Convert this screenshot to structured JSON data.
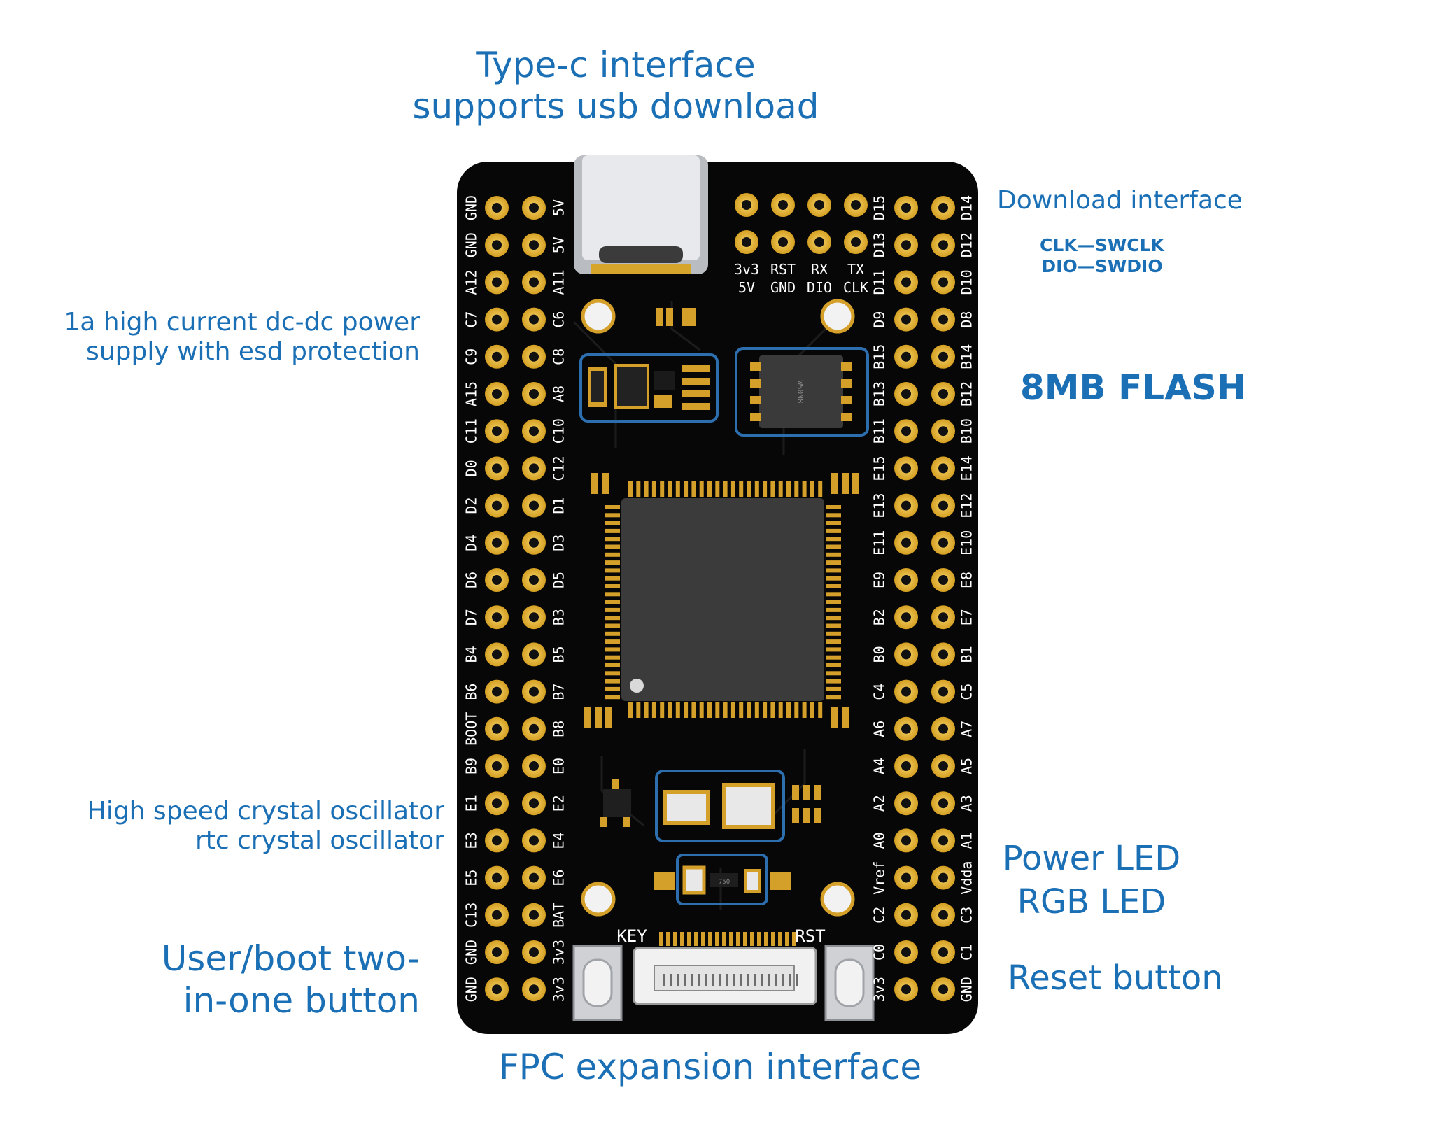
{
  "callouts": {
    "typec": [
      "Type-c interface",
      "supports usb download"
    ],
    "dcdc": [
      "1a high current dc-dc power",
      "supply with esd protection"
    ],
    "crystal": [
      "High speed crystal oscillator",
      "rtc crystal oscillator"
    ],
    "user_button": [
      "User/boot two-",
      "in-one button"
    ],
    "download": "Download interface",
    "swd_mapping": [
      "CLK—SWCLK",
      "DIO—SWDIO"
    ],
    "flash": "8MB FLASH",
    "leds": [
      "Power LED",
      "RGB LED"
    ],
    "reset": "Reset button",
    "fpc": "FPC expansion interface"
  },
  "board": {
    "left_header_outer": [
      "GND",
      "GND",
      "A12",
      "C7",
      "C9",
      "A15",
      "C11",
      "D0",
      "D2",
      "D4",
      "D6",
      "D7",
      "B4",
      "B6",
      "BOOT",
      "B9",
      "E1",
      "E3",
      "E5",
      "C13",
      "GND",
      "GND"
    ],
    "left_header_inner": [
      "5V",
      "5V",
      "A11",
      "C6",
      "C8",
      "A8",
      "C10",
      "C12",
      "D1",
      "D3",
      "D5",
      "B3",
      "B5",
      "B7",
      "B8",
      "E0",
      "E2",
      "E4",
      "E6",
      "BAT",
      "3v3",
      "3v3"
    ],
    "right_header_inner": [
      "D15",
      "D13",
      "D11",
      "D9",
      "B15",
      "B13",
      "B11",
      "E15",
      "E13",
      "E11",
      "E9",
      "B2",
      "B0",
      "C4",
      "A6",
      "A4",
      "A2",
      "A0",
      "Vref",
      "C2",
      "C0",
      "3v3"
    ],
    "right_header_outer": [
      "D14",
      "D12",
      "D10",
      "D8",
      "B14",
      "B12",
      "B10",
      "E14",
      "E12",
      "E10",
      "E8",
      "E7",
      "B1",
      "C5",
      "A7",
      "A5",
      "A3",
      "A1",
      "Vdda",
      "C3",
      "C1",
      "GND"
    ],
    "swd_labels_top": [
      "3v3",
      "RST",
      "RX",
      "TX"
    ],
    "swd_labels_bottom": [
      "5V",
      "GND",
      "DIO",
      "CLK"
    ],
    "key_label": "KEY",
    "rst_label": "RST",
    "flash_chip_marking": "W50N8",
    "resistor_marking": "750"
  },
  "colors": {
    "callout_text": "#1a6fb5",
    "pcb": "#070707",
    "pad_gold": "#e0b340",
    "outline_blue": "#2d6fae"
  }
}
